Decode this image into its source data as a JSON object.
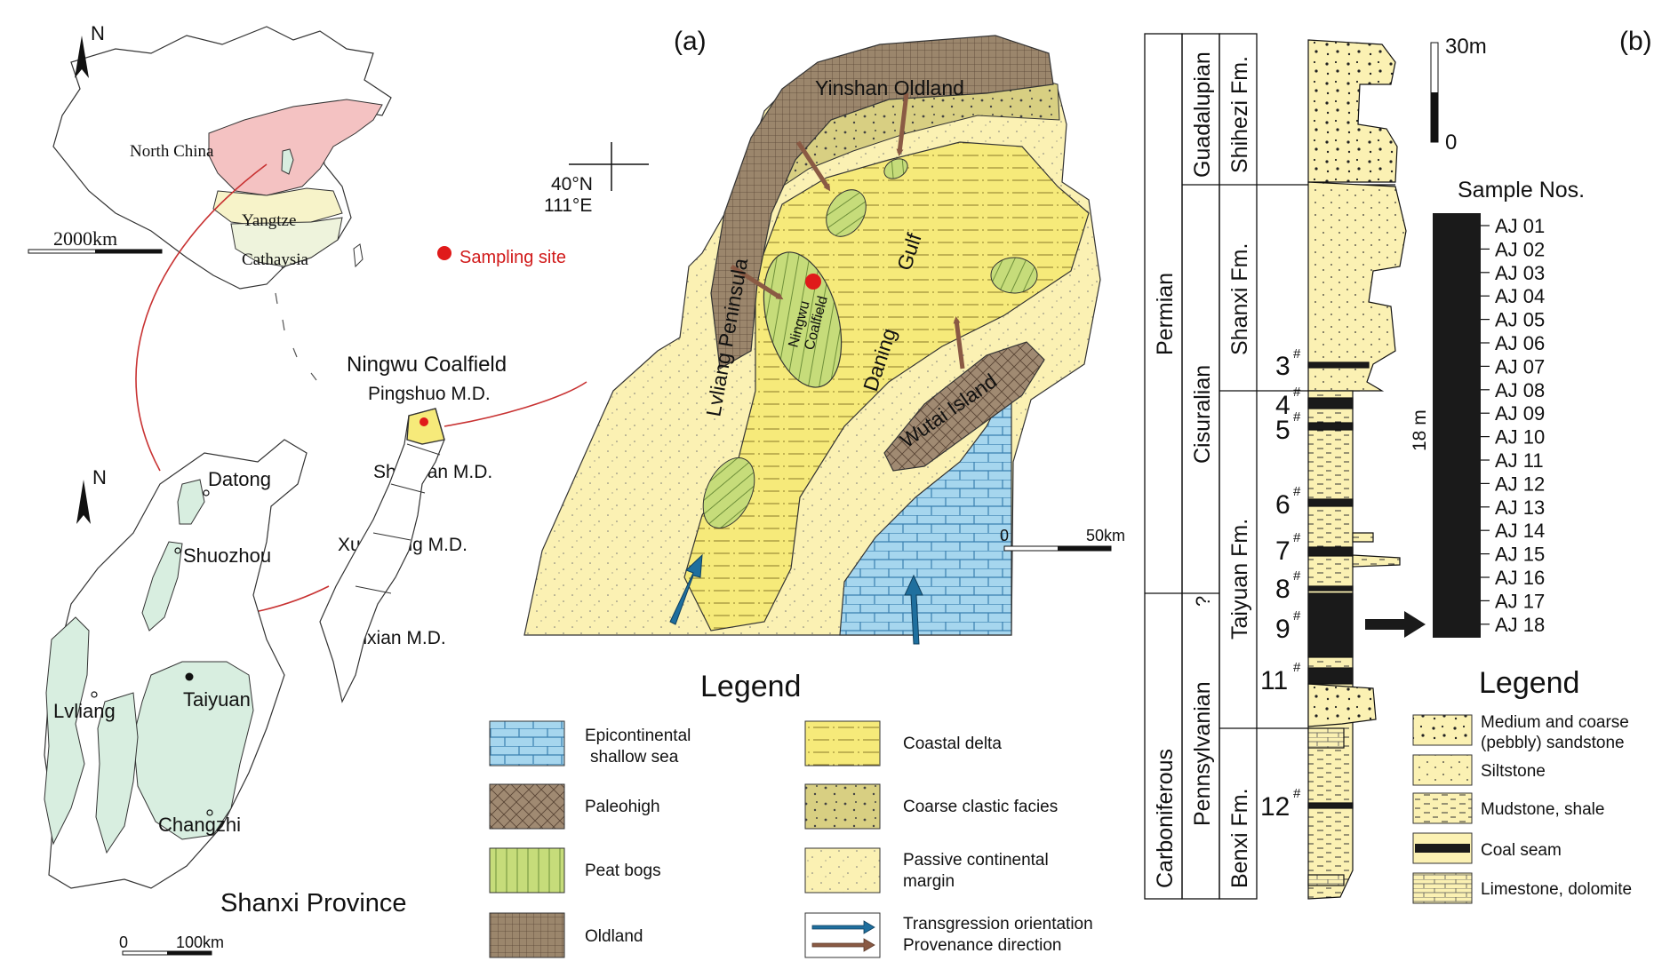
{
  "colors": {
    "north_china": "#f4c2c2",
    "yangtze": "#f7f3c9",
    "cathaysia": "#eef3dc",
    "shanxi_green": "#d8eee0",
    "passive_margin": "#fbf1b3",
    "coastal_delta": "#f6ea7a",
    "coarse_clastic": "#d8cf82",
    "paleohigh": "#a08a72",
    "oldland": "#9b866c",
    "peat_bogs": "#c6dc7a",
    "shallow_sea": "#a6d6ee",
    "coal": "#1a1a1a",
    "sampling_site": "#e01a1a",
    "transgression_arrow": "#1f6f9e",
    "provenance_arrow": "#8a5a44",
    "connector_line": "#c83232"
  },
  "inset_china": {
    "north_label": "N",
    "regions": [
      "North China",
      "Yangtze",
      "Cathaysia"
    ],
    "scale_label": "2000km"
  },
  "inset_shanxi": {
    "north_label": "N",
    "cities": [
      "Datong",
      "Shuozhou",
      "Taiyuan",
      "Lvliang",
      "Changzhi"
    ],
    "province_label": "Shanxi Province",
    "scale_zero": "0",
    "scale_label": "100km",
    "coalfield_title": "Ningwu Coalfield",
    "mining_districts": [
      "Pingshuo M.D.",
      "Shuonan M.D.",
      "Xuangang M.D.",
      "Lanxian M.D."
    ]
  },
  "sampling_legend": "Sampling site",
  "panel_a": {
    "label": "(a)",
    "lat": "40°N",
    "lon": "111°E",
    "labels": {
      "yinshan": "Yinshan Oldland",
      "lvliang": "Lvliang Peninsula",
      "coalfield_1": "Ningwu",
      "coalfield_2": "Coalfield",
      "daning": "Daning",
      "gulf": "Gulf",
      "wutai": "Wutai Island"
    },
    "scale_zero": "0",
    "scale_label": "50km"
  },
  "legend_a": {
    "title": "Legend",
    "items": [
      {
        "label": "Epicontinental",
        "label2": "shallow sea",
        "pattern": "sea"
      },
      {
        "label": "Paleohigh",
        "label2": "",
        "pattern": "paleohigh"
      },
      {
        "label": "Peat bogs",
        "label2": "",
        "pattern": "peat"
      },
      {
        "label": "Oldland",
        "label2": "",
        "pattern": "oldland"
      },
      {
        "label": "Coastal delta",
        "label2": "",
        "pattern": "delta"
      },
      {
        "label": "Coarse clastic facies",
        "label2": "",
        "pattern": "coarse"
      },
      {
        "label": "Passive continental",
        "label2": "margin",
        "pattern": "passive"
      },
      {
        "label": "Transgression orientation",
        "label2": "Provenance direction",
        "pattern": "arrows"
      }
    ]
  },
  "panel_b": {
    "label": "(b)",
    "scale_top": "30m",
    "scale_bottom": "0",
    "periods": [
      "Permian",
      "Carboniferous"
    ],
    "epochs": [
      "Guadalupian",
      "Cisuralian",
      "Pennsylvanian"
    ],
    "uncertain_mark": "?",
    "formations": [
      "Shihezi Fm.",
      "Shanxi Fm.",
      "Taiyuan Fm.",
      "Benxi Fm."
    ],
    "coal_seams": [
      "3",
      "4",
      "5",
      "6",
      "7",
      "8",
      "9",
      "11",
      "12"
    ],
    "seam_mark": "#",
    "sample_title": "Sample Nos.",
    "samples": [
      "AJ 01",
      "AJ 02",
      "AJ 03",
      "AJ 04",
      "AJ 05",
      "AJ 06",
      "AJ 07",
      "AJ 08",
      "AJ 09",
      "AJ 10",
      "AJ 11",
      "AJ 12",
      "AJ 13",
      "AJ 14",
      "AJ 15",
      "AJ 16",
      "AJ 17",
      "AJ 18"
    ],
    "thickness_label": "18 m"
  },
  "legend_b": {
    "title": "Legend",
    "items": [
      {
        "label": "Medium and coarse",
        "label2": "(pebbly) sandstone",
        "pattern": "sandstone"
      },
      {
        "label": "Siltstone",
        "label2": "",
        "pattern": "siltstone"
      },
      {
        "label": "Mudstone,  shale",
        "label2": "",
        "pattern": "mudstone"
      },
      {
        "label": "Coal seam",
        "label2": "",
        "pattern": "coal"
      },
      {
        "label": "Limestone, dolomite",
        "label2": "",
        "pattern": "limestone"
      }
    ]
  }
}
